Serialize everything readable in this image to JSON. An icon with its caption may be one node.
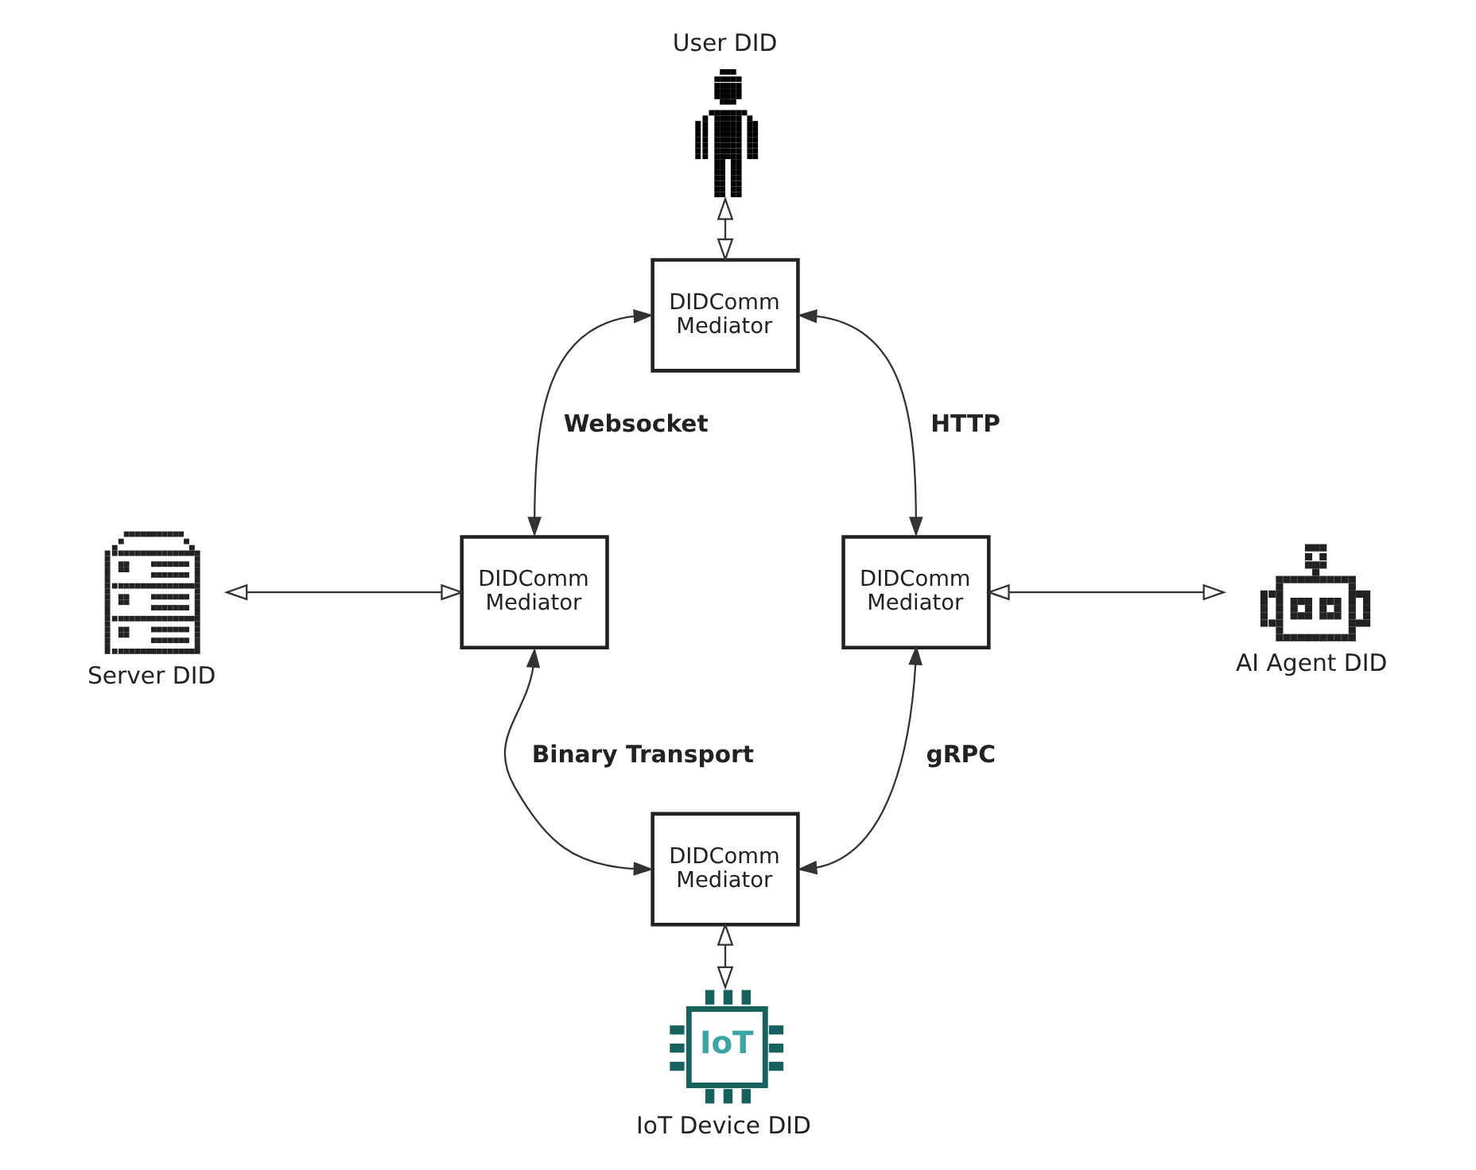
{
  "diagram": {
    "nodes": [
      {
        "text": [],
        "shape": "person",
        "beside": [
          "User DID"
        ]
      },
      {
        "text": [
          "DIDComm Mediator"
        ]
      },
      {
        "text": [],
        "shape": "picture",
        "beside": [
          "Server DID"
        ]
      },
      {
        "text": [
          "DIDComm Mediator"
        ]
      },
      {
        "text": [
          "DIDComm Mediator"
        ]
      },
      {
        "text": [],
        "shape": "picture",
        "beside": [
          "AI Agent DID"
        ]
      },
      {
        "text": [
          "DIDComm Mediator"
        ]
      },
      {
        "text": [
          "IoT"
        ],
        "beside": [
          "IoT Device DID"
        ]
      }
    ],
    "edges": [
      {
        "from": 0,
        "to": 1,
        "arrow": "both"
      },
      {
        "from": 1,
        "to": 3,
        "arrow": "both",
        "label": "Websocket"
      },
      {
        "from": 1,
        "to": 4,
        "arrow": "both",
        "label": "HTTP"
      },
      {
        "from": 2,
        "to": 3,
        "arrow": "both"
      },
      {
        "from": 4,
        "to": 5,
        "arrow": "both"
      },
      {
        "from": 3,
        "to": 6,
        "arrow": "both",
        "label": "Binary Transport"
      },
      {
        "from": 4,
        "to": 6,
        "arrow": "both",
        "label": "gRPC"
      },
      {
        "from": 6,
        "to": 7,
        "arrow": "both"
      }
    ]
  }
}
